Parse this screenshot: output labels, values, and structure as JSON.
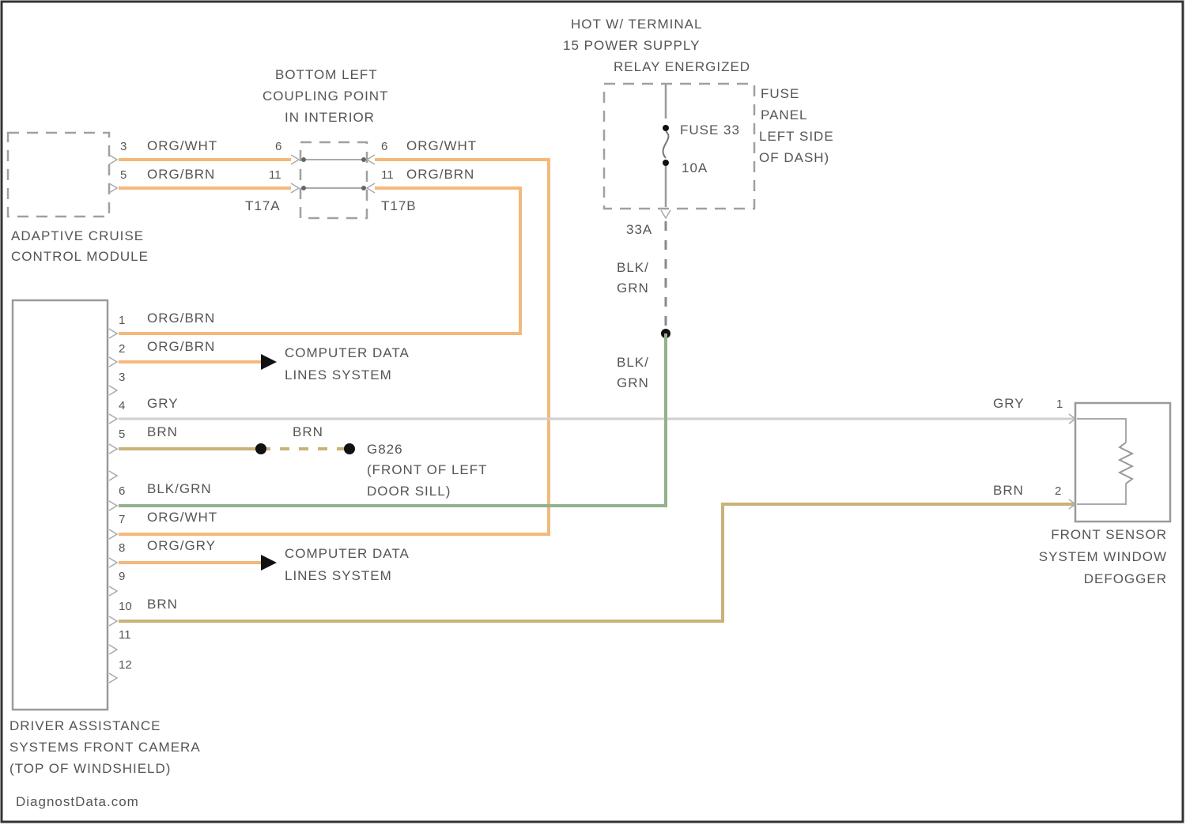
{
  "adaptive_cruise": {
    "name_line1": "ADAPTIVE CRUISE",
    "name_line2": "CONTROL MODULE",
    "pins": [
      {
        "num": "3",
        "wire": "ORG/WHT"
      },
      {
        "num": "5",
        "wire": "ORG/BRN"
      }
    ],
    "connector": "T17A"
  },
  "coupling_point": {
    "line1": "BOTTOM LEFT",
    "line2": "COUPLING POINT",
    "line3": "IN INTERIOR",
    "connector": "T17B",
    "pins": [
      {
        "num": "6",
        "wire": "ORG/WHT"
      },
      {
        "num": "11",
        "wire": "ORG/BRN"
      }
    ]
  },
  "power_supply": {
    "line1": "HOT W/ TERMINAL",
    "line2": "15 POWER SUPPLY",
    "line3": "RELAY ENERGIZED"
  },
  "fuse": {
    "name": "FUSE 33",
    "rating": "10A",
    "terminal": "33A",
    "panel_line1": "FUSE",
    "panel_line2": "PANEL",
    "panel_line3": "LEFT SIDE",
    "panel_line4": "OF DASH)"
  },
  "feed_wire": {
    "upper_line1": "BLK/",
    "upper_line2": "GRN",
    "lower_line1": "BLK/",
    "lower_line2": "GRN"
  },
  "camera": {
    "name_line1": "DRIVER ASSISTANCE",
    "name_line2": "SYSTEMS FRONT CAMERA",
    "name_line3": "(TOP OF WINDSHIELD)",
    "pins": [
      {
        "num": "1",
        "wire": "ORG/BRN"
      },
      {
        "num": "2",
        "wire": "ORG/BRN"
      },
      {
        "num": "3",
        "wire": ""
      },
      {
        "num": "4",
        "wire": "GRY"
      },
      {
        "num": "5",
        "wire": "BRN"
      },
      {
        "num": "6",
        "wire": "BLK/GRN"
      },
      {
        "num": "7",
        "wire": "ORG/WHT"
      },
      {
        "num": "8",
        "wire": "ORG/GRY"
      },
      {
        "num": "9",
        "wire": ""
      },
      {
        "num": "10",
        "wire": "BRN"
      },
      {
        "num": "11",
        "wire": ""
      },
      {
        "num": "12",
        "wire": ""
      }
    ]
  },
  "data_lines": [
    {
      "line1": "COMPUTER DATA",
      "line2": "LINES SYSTEM"
    },
    {
      "line1": "COMPUTER DATA",
      "line2": "LINES SYSTEM"
    }
  ],
  "ground": {
    "wire": "BRN",
    "name": "G826",
    "loc_line1": "(FRONT OF LEFT",
    "loc_line2": "DOOR SILL)"
  },
  "defogger": {
    "name_line1": "FRONT SENSOR",
    "name_line2": "SYSTEM WINDOW",
    "name_line3": "DEFOGGER",
    "pins": [
      {
        "num": "1",
        "wire": "GRY"
      },
      {
        "num": "2",
        "wire": "BRN"
      }
    ]
  },
  "watermark": "DiagnostData.com",
  "colors": {
    "org": "#f4b97a",
    "gry": "#cfcfcf",
    "brn": "#c9b27a",
    "grn": "#93b28c",
    "frame": "#333333"
  }
}
